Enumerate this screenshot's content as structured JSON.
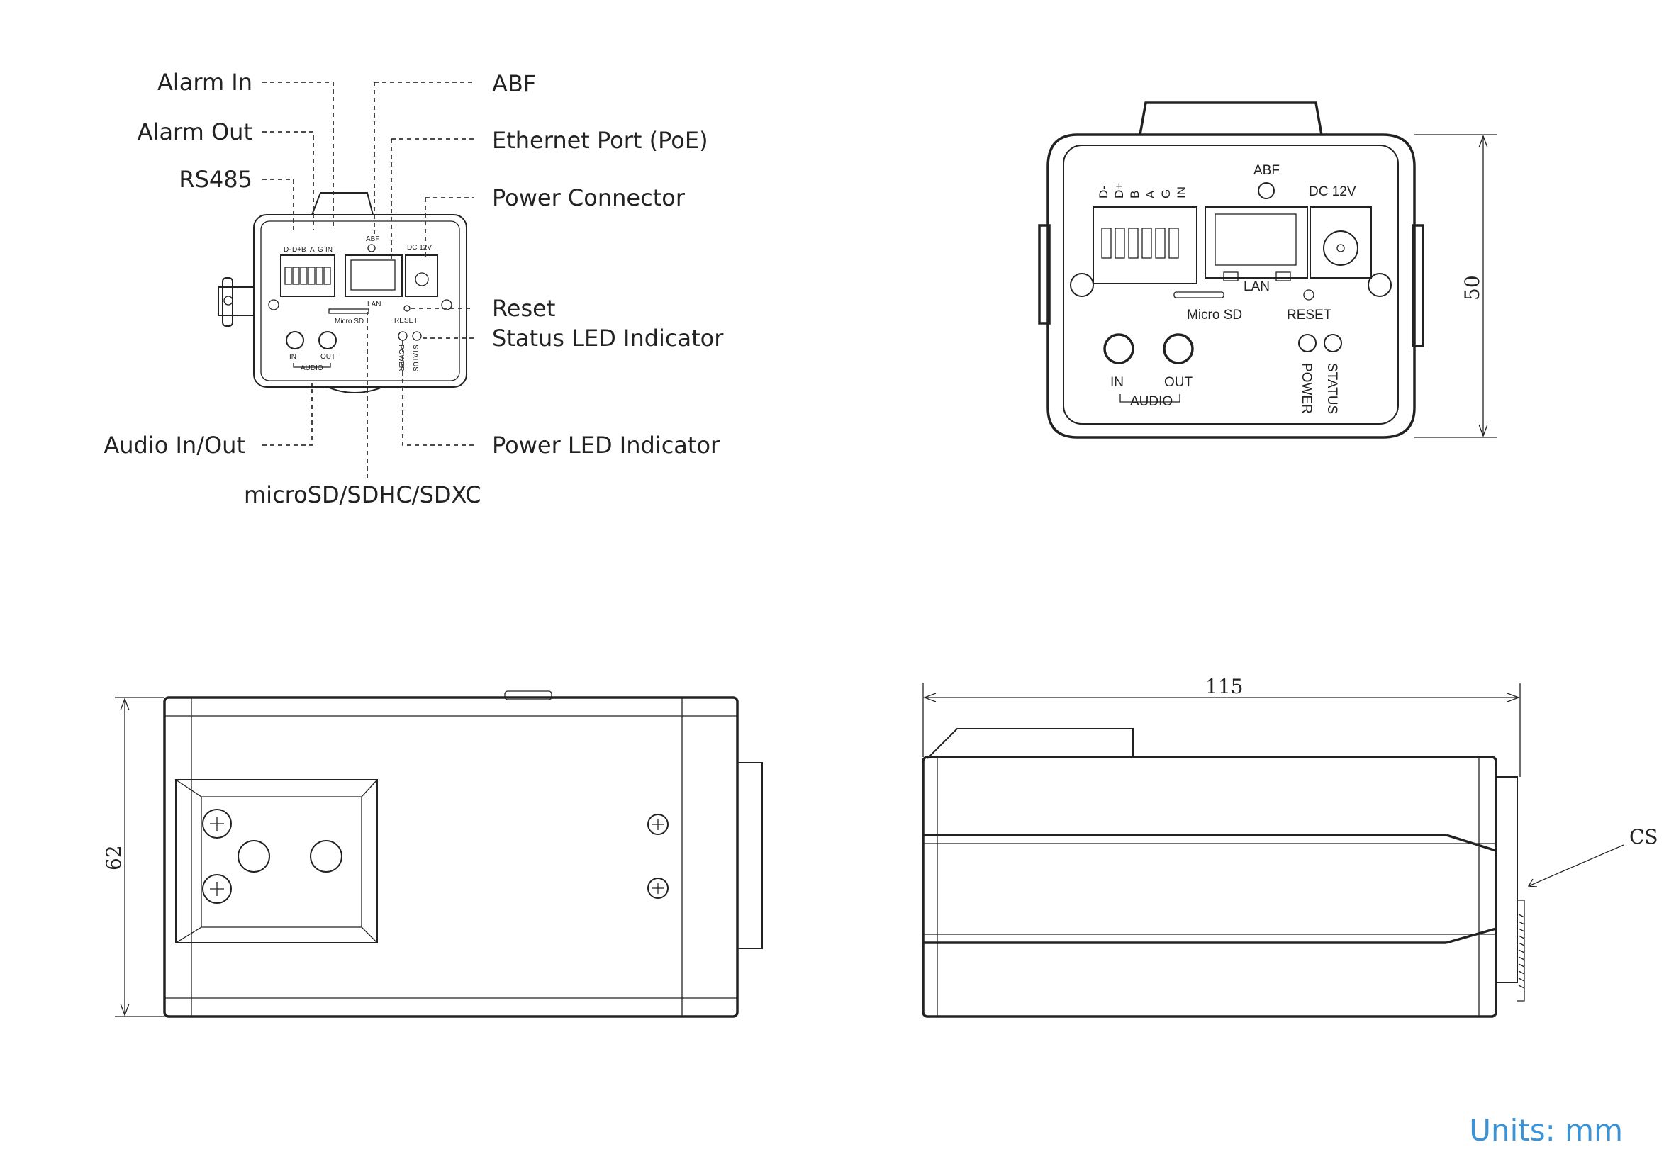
{
  "callouts": {
    "alarm_in": "Alarm In",
    "alarm_out": "Alarm Out",
    "rs485": "RS485",
    "audio_in_out": "Audio In/Out",
    "microsd": "microSD/SDHC/SDXC",
    "abf": "ABF",
    "ethernet": "Ethernet Port (PoE)",
    "power_connector": "Power Connector",
    "reset": "Reset",
    "status_led": "Status LED Indicator",
    "power_led": "Power LED Indicator"
  },
  "panel": {
    "terminals": [
      "D-",
      "D+",
      "B",
      "A",
      "G",
      "IN"
    ],
    "abf": "ABF",
    "dc": "DC 12V",
    "lan": "LAN",
    "micro_sd": "Micro SD",
    "reset": "RESET",
    "in": "IN",
    "out": "OUT",
    "audio": "AUDIO",
    "power": "POWER",
    "status": "STATUS"
  },
  "dimensions": {
    "height_front": "50",
    "height_side": "62",
    "length": "115",
    "mount": "CS"
  },
  "units": "Units: mm"
}
